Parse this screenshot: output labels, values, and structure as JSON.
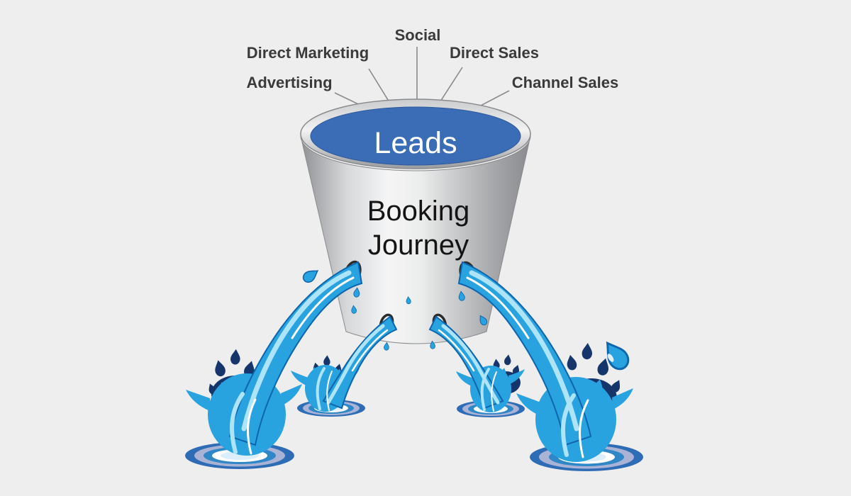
{
  "labels": {
    "bucket_top": "Leads",
    "bucket_body_line1": "Booking",
    "bucket_body_line2": "Journey"
  },
  "lead_sources": [
    {
      "label": "Advertising"
    },
    {
      "label": "Direct Marketing"
    },
    {
      "label": "Social"
    },
    {
      "label": "Direct Sales"
    },
    {
      "label": "Channel Sales"
    }
  ],
  "colors": {
    "background": "#eeeeee",
    "label_text": "#3a3a3a",
    "leader_line": "#8a8a8a",
    "leads_text": "#ffffff",
    "body_text": "#141414",
    "water_surface_blue": "#3a6db5",
    "stream_blue": "#29a3e0",
    "stream_edge_blue": "#0d66ad",
    "stream_highlight": "#aee4fa",
    "splash_navy": "#15356b",
    "puddle_ring_outer": "#2e6cb5",
    "puddle_ring_2": "#a9b3d6",
    "puddle_ring_3": "#2f87c8",
    "puddle_ring_4": "#ffffff",
    "puddle_ring_center": "#dbeefc",
    "hole_outline": "#2b2b2b"
  }
}
